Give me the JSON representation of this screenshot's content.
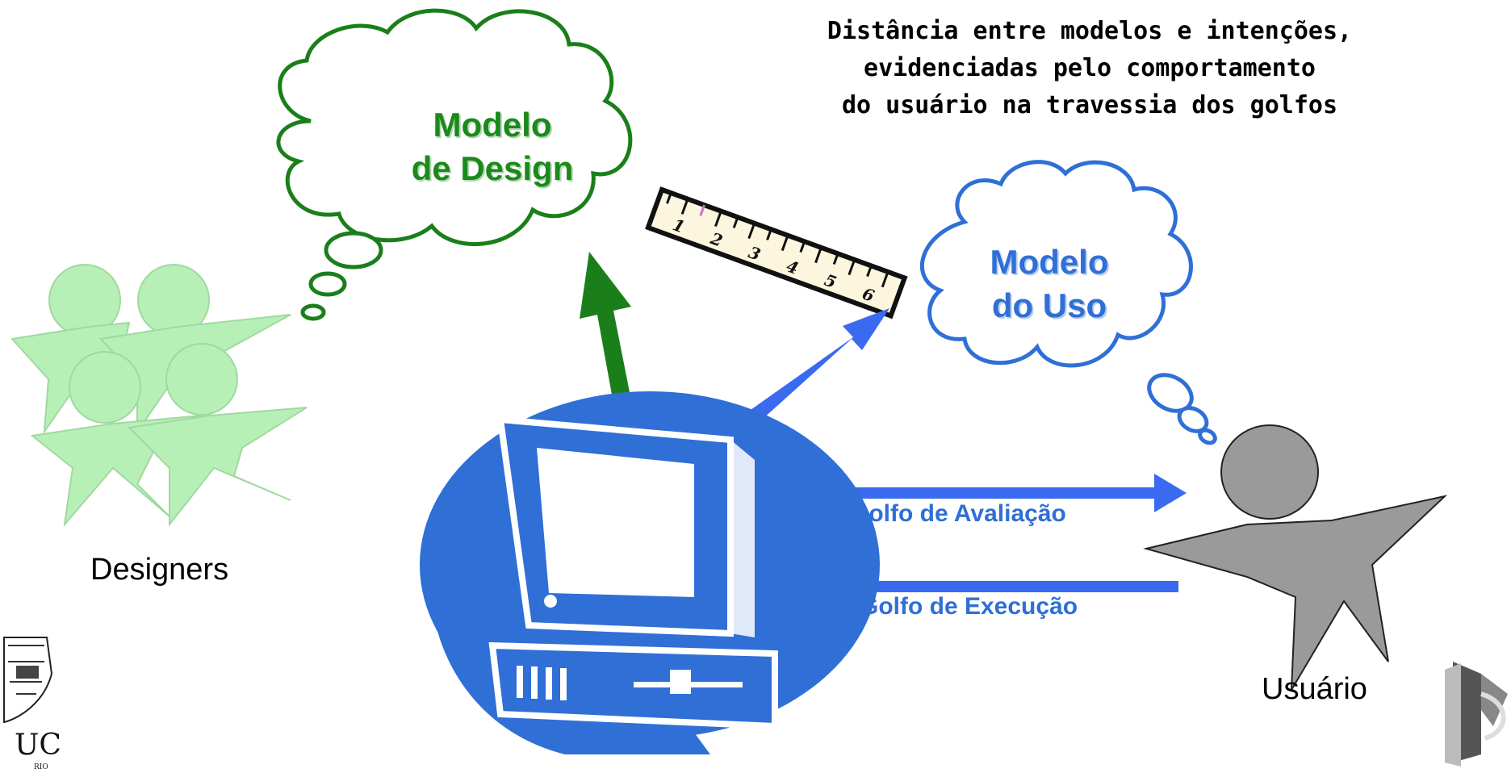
{
  "heading": {
    "line1": "Distância entre modelos e intenções,",
    "line2": "evidenciadas pelo comportamento",
    "line3": "do usuário na travessia dos golfos"
  },
  "design_cloud": {
    "line1": "Modelo",
    "line2": "de Design",
    "color": "#1a7f1a"
  },
  "uso_cloud": {
    "line1": "Modelo",
    "line2": "do Uso",
    "color": "#2f6fd6"
  },
  "ruler": {
    "ticks": [
      "1",
      "2",
      "3",
      "4",
      "5",
      "6"
    ]
  },
  "gulfs": {
    "avaliacao": "Golfo de Avaliação",
    "execucao": "Golfo de Execução",
    "color": "#3a6af0"
  },
  "actors": {
    "designers": "Designers",
    "usuario": "Usuário"
  },
  "logos": {
    "left_text": "UC",
    "left_sub": "RIO"
  }
}
